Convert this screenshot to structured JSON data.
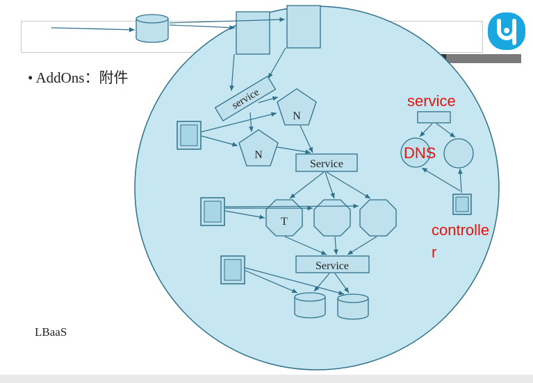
{
  "slide": {
    "bullet_symbol": "•",
    "bullet_text": "AddOns：附件",
    "footer_label": "LBaaS"
  },
  "diagram": {
    "rotated_service_label": "service",
    "n_label_upper": "N",
    "n_label_lower": "N",
    "service_box_top_label": "Service",
    "t_label": "T",
    "service_box_bottom_label": "Service"
  },
  "annotations": {
    "service_note": "service",
    "dns_note": "DNS",
    "controller_note_line1": "controlle",
    "controller_note_line2": "r"
  },
  "colors": {
    "circle_fill": "#c6e6f1",
    "stroke": "#2e6f89",
    "node_fill": "#bfe1ee",
    "annotation_red": "#e8140c",
    "logo_blue": "#1aa7e0"
  },
  "icons": {
    "logo": "brand-logo-icon"
  }
}
